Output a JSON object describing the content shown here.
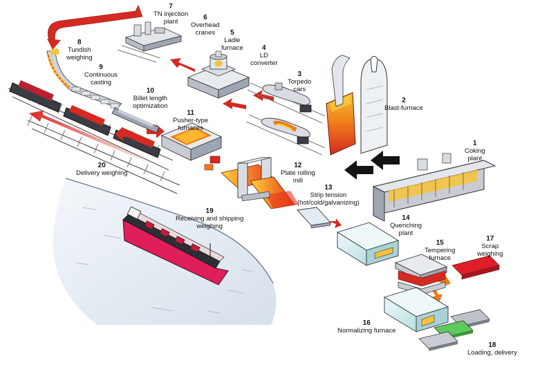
{
  "stations": [
    {
      "id": "coking",
      "number": "1",
      "label": "Coking\nplant"
    },
    {
      "id": "blast-furnace",
      "number": "2",
      "label": "Blast-furnace"
    },
    {
      "id": "torpedo-cars",
      "number": "3",
      "label": "Torpedo\ncars"
    },
    {
      "id": "ld-converter",
      "number": "4",
      "label": "LD\nconverter"
    },
    {
      "id": "ladle-furnace",
      "number": "5",
      "label": "Ladle\nfurnace"
    },
    {
      "id": "overhead-cranes",
      "number": "6",
      "label": "Overhead\ncranes"
    },
    {
      "id": "tn-injection",
      "number": "7",
      "label": "TN injection\nplant"
    },
    {
      "id": "tundish",
      "number": "8",
      "label": "Tundish\nweighing"
    },
    {
      "id": "continuous-casting",
      "number": "9",
      "label": "Continuous\ncasting"
    },
    {
      "id": "billet-length",
      "number": "10",
      "label": "Billet length\noptimization"
    },
    {
      "id": "pusher-furnaces",
      "number": "11",
      "label": "Pusher-type\nfurnaces"
    },
    {
      "id": "plate-rolling",
      "number": "12",
      "label": "Plate rolling\nmill"
    },
    {
      "id": "strip-tension",
      "number": "13",
      "label": "Strip tension\n(hot/cold/galvanizing)"
    },
    {
      "id": "quenching",
      "number": "14",
      "label": "Quenching\nplant"
    },
    {
      "id": "tempering",
      "number": "15",
      "label": "Tempering\nfurnace"
    },
    {
      "id": "normalizing",
      "number": "16",
      "label": "Normalizing furnace"
    },
    {
      "id": "scrap",
      "number": "17",
      "label": "Scrap\nweighing"
    },
    {
      "id": "loading",
      "number": "18",
      "label": "Loading, delivery"
    },
    {
      "id": "shipping",
      "number": "19",
      "label": "Receiving and shipping\nweighing"
    },
    {
      "id": "delivery",
      "number": "20",
      "label": "Delivery weighing"
    }
  ],
  "colors": {
    "flow_arrow": "#d42a22",
    "feed_arrow": "#141414",
    "molten": "#f07a18",
    "glow": "#ffd23a",
    "machine": "#c9ccd2",
    "water": "#e2eaf3",
    "ship_hull": "#e01e5a",
    "teal": "#bfe3e6"
  }
}
